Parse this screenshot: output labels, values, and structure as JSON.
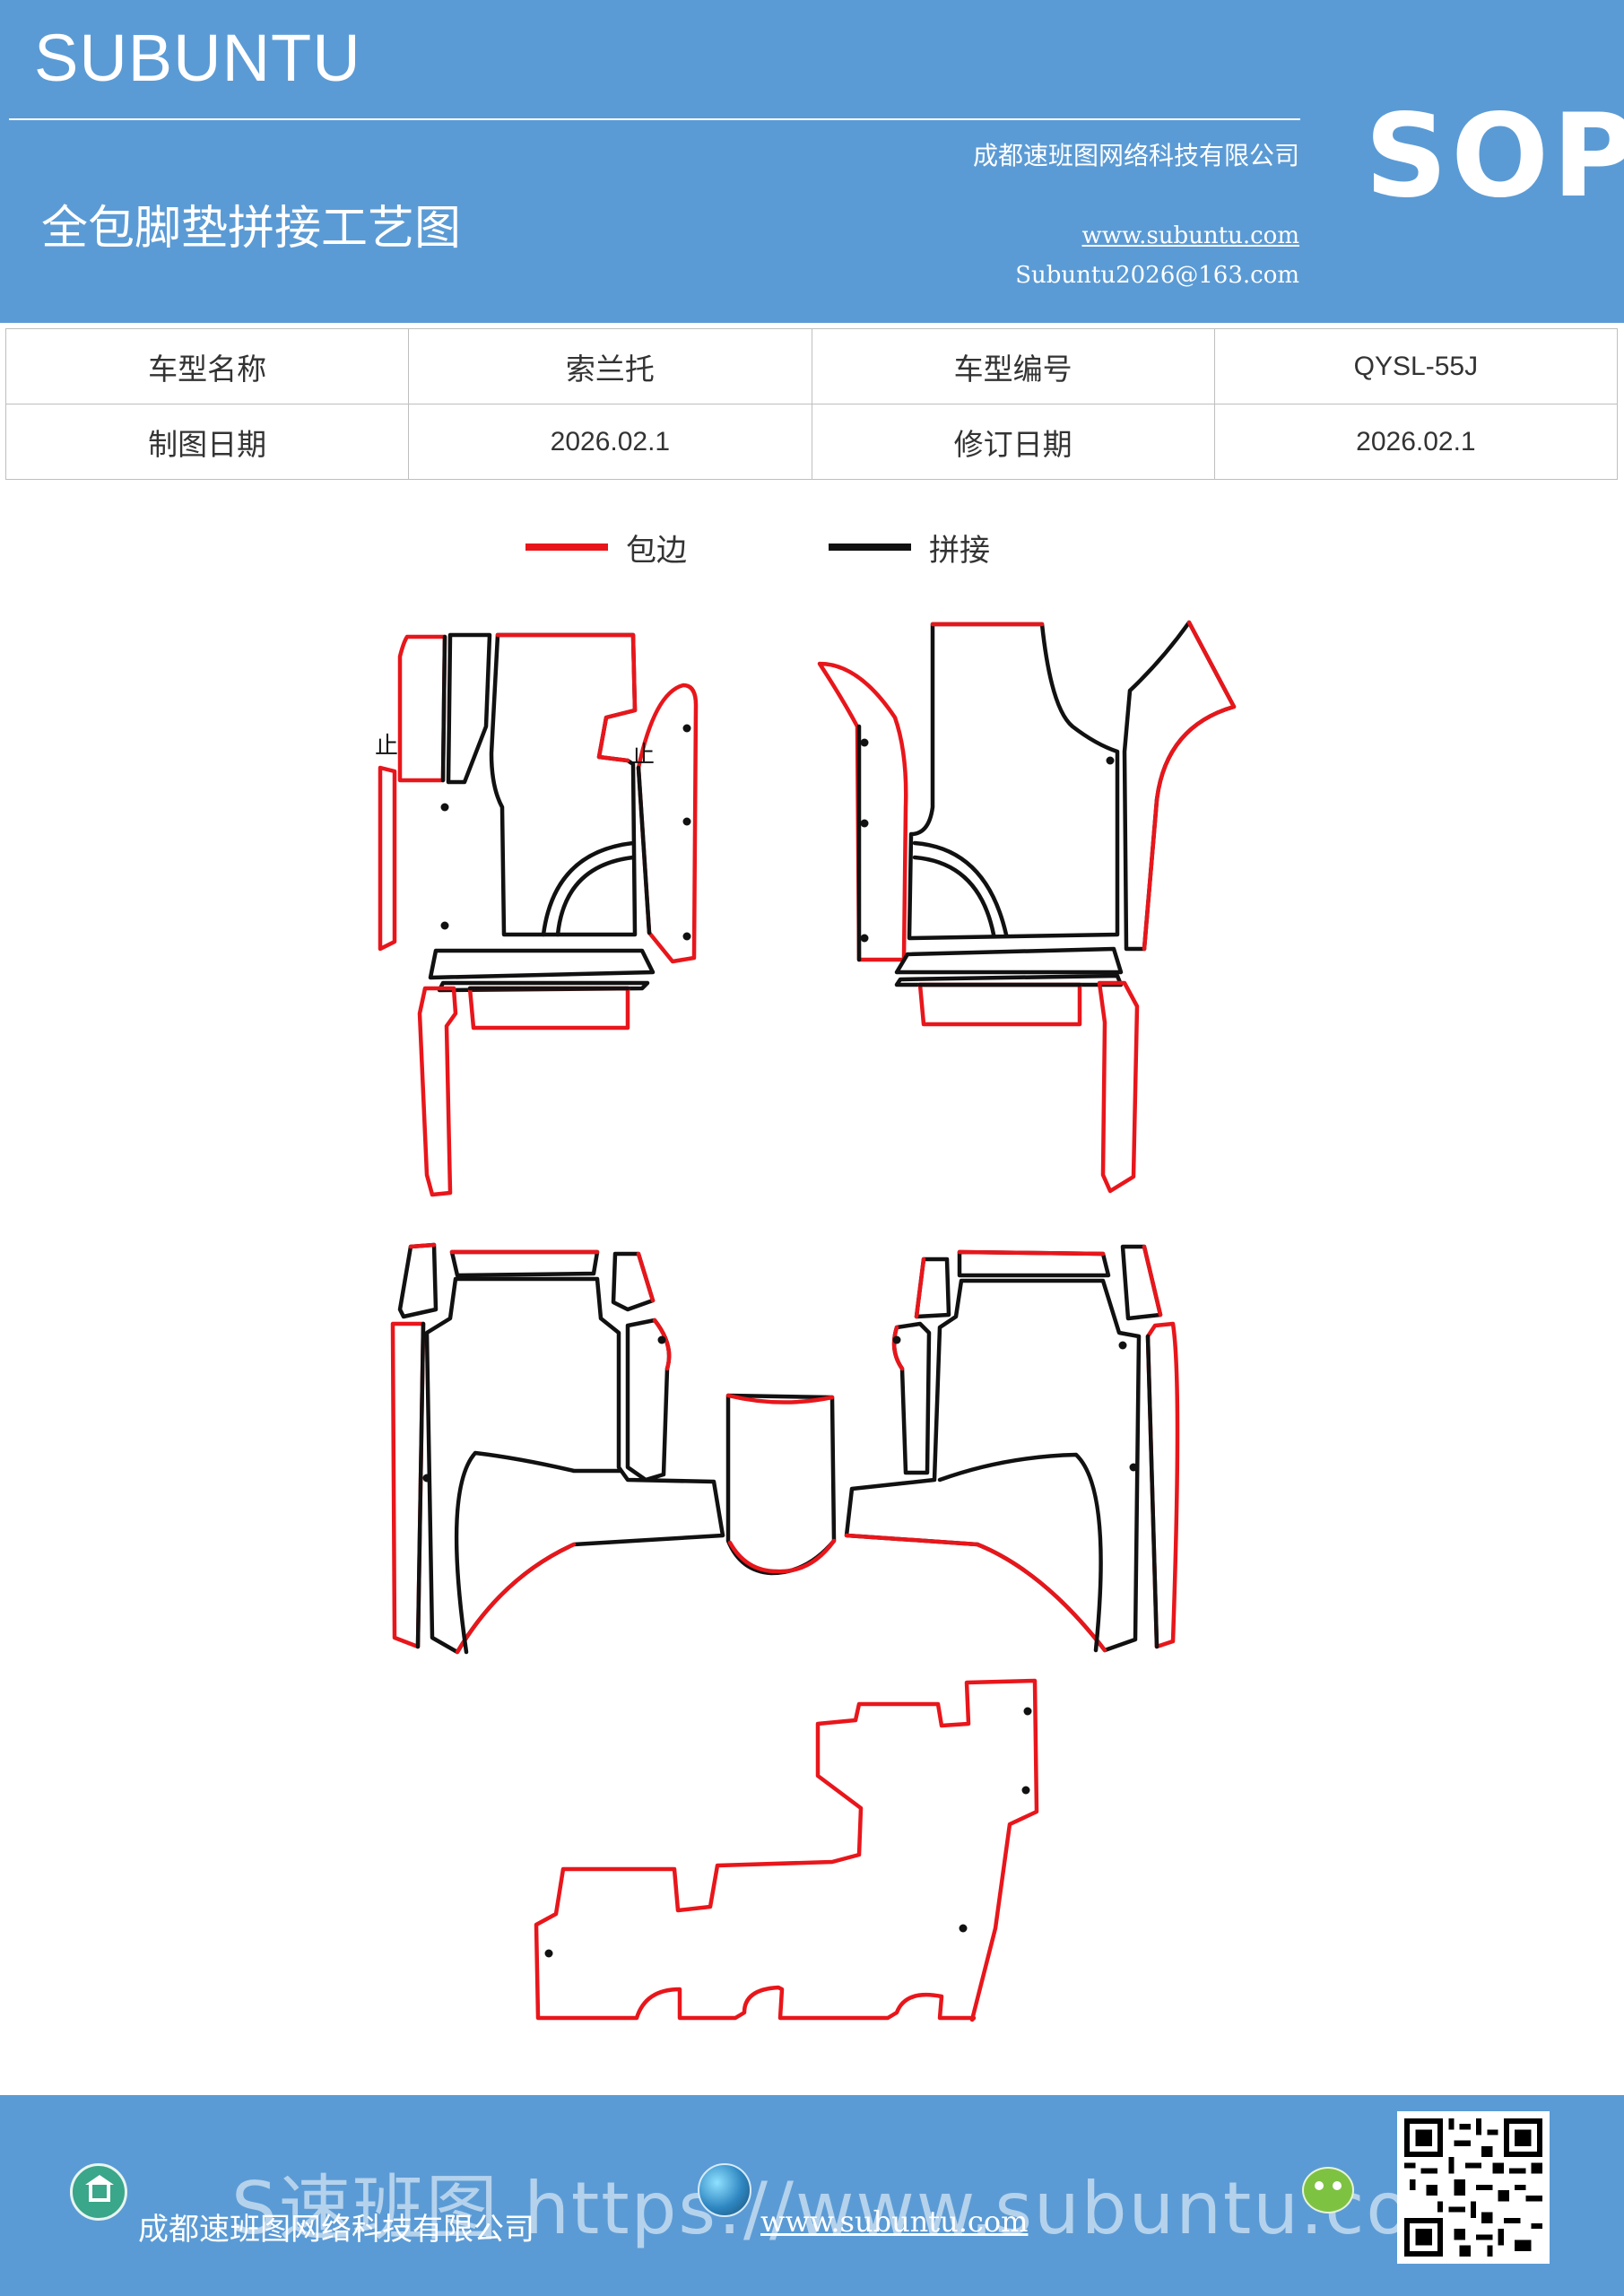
{
  "header": {
    "brand": "SUBUNTU",
    "company": "成都速班图网络科技有限公司",
    "title": "全包脚垫拼接工艺图",
    "website": "www.subuntu.com",
    "email": "Subuntu2026@163.com",
    "badge": "SOP"
  },
  "info": {
    "model_name_label": "车型名称",
    "model_name": "索兰托",
    "model_code_label": "车型编号",
    "model_code": "QYSL-55J",
    "draw_date_label": "制图日期",
    "draw_date": "2026.02.1",
    "revise_date_label": "修订日期",
    "revise_date": "2026.02.1"
  },
  "legend": {
    "edge_label": "包边",
    "joint_label": "拼接",
    "edge_color": "#e8161b",
    "joint_color": "#111111"
  },
  "drawing": {
    "stop_mark": "止"
  },
  "footer": {
    "company": "成都速班图网络科技有限公司",
    "website": "www.subuntu.com",
    "watermark": "S速班图 https://www.subuntu.com"
  },
  "colors": {
    "band": "#5b9bd5",
    "edge": "#e8161b",
    "joint": "#111111"
  },
  "icons": [
    "home-icon",
    "globe-icon",
    "wechat-icon",
    "qr-code"
  ]
}
